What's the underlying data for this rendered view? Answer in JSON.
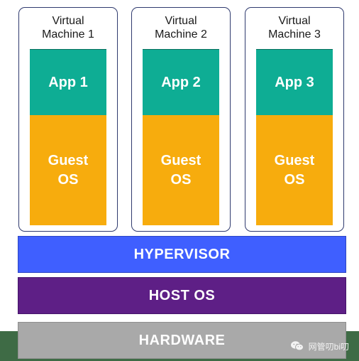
{
  "vms": [
    {
      "title": "Virtual\nMachine 1",
      "app": "App 1",
      "guest": "Guest\nOS"
    },
    {
      "title": "Virtual\nMachine 2",
      "app": "App 2",
      "guest": "Guest\nOS"
    },
    {
      "title": "Virtual\nMachine 3",
      "app": "App 3",
      "guest": "Guest\nOS"
    }
  ],
  "layers": {
    "hypervisor": "HYPERVISOR",
    "host_os": "HOST OS",
    "hardware": "HARDWARE"
  },
  "watermark": {
    "text": "网管叨bi叨",
    "icon": "wechat-icon"
  },
  "colors": {
    "app": "#0ead94",
    "guest_os": "#f7ac0d",
    "hypervisor": "#3f5fff",
    "host_os": "#5e1f86",
    "hardware": "#a9a9a9",
    "vm_border": "#2f3a6e"
  }
}
